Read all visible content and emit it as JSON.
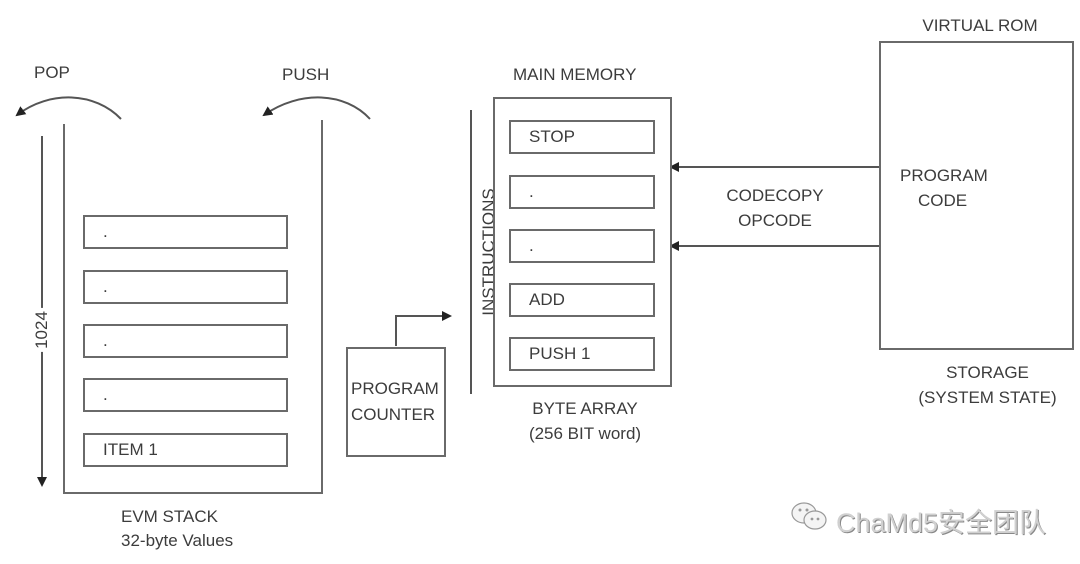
{
  "stack": {
    "pop_label": "POP",
    "push_label": "PUSH",
    "depth_label": "1024",
    "items": [
      ".",
      ".",
      ".",
      ".",
      "ITEM 1"
    ],
    "title": "EVM STACK",
    "subtitle": "32-byte Values"
  },
  "program_counter": {
    "line1": "PROGRAM",
    "line2": "COUNTER"
  },
  "memory": {
    "title": "MAIN MEMORY",
    "instructions_label": "INSTRUCTIONS",
    "cells": [
      "STOP",
      ".",
      ".",
      "ADD",
      "PUSH 1"
    ],
    "caption1": "BYTE ARRAY",
    "caption2": "(256 BIT word)"
  },
  "codecopy": {
    "line1": "CODECOPY",
    "line2": "OPCODE"
  },
  "rom": {
    "title": "VIRTUAL ROM",
    "content1": "PROGRAM",
    "content2": "CODE",
    "caption1": "STORAGE",
    "caption2": "(SYSTEM STATE)"
  },
  "watermark": {
    "icon": "wechat-icon",
    "text": "ChaMd5安全团队"
  }
}
